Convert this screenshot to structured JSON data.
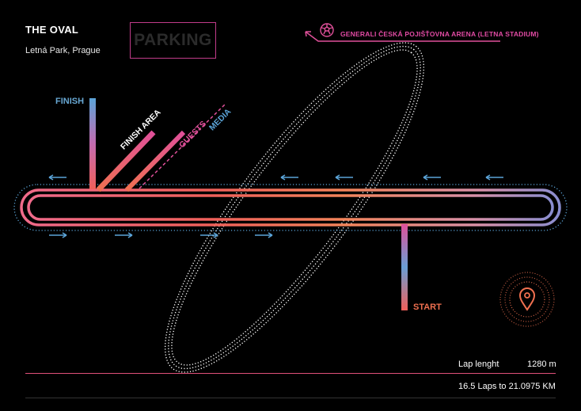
{
  "header": {
    "title": "THE OVAL",
    "subtitle": "Letná Park, Prague"
  },
  "parking": {
    "label": "PARKING"
  },
  "stadium": {
    "label": "GENERALI ČESKÁ POJIŠŤOVNA ARENA (LETNA STADIUM)",
    "icon": "soccer-ball-icon"
  },
  "labels": {
    "finish": "FINISH",
    "start": "START",
    "finish_area": "FINISH AREA",
    "guests": "GUESTS",
    "media": "MEDIA"
  },
  "stats": {
    "lap_length_label": "Lap lenght",
    "lap_length_value": "1280 m",
    "laps_text": "16.5 Laps to 21.0975 KM"
  },
  "icons": {
    "location": "map-pin-icon"
  },
  "colors": {
    "pink": "#e0509a",
    "orange": "#f07050",
    "blue": "#68a8d4",
    "background": "#000000"
  }
}
